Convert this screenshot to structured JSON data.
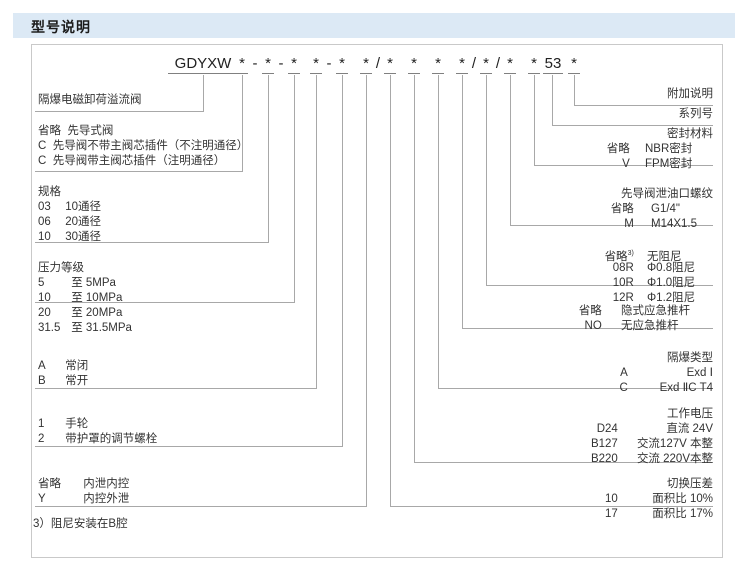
{
  "header": {
    "title": "型号说明"
  },
  "model_code": {
    "prefix": "GDYXW",
    "tokens": [
      "*",
      "-",
      "*",
      "-",
      "*",
      "*",
      "-",
      "*",
      "*",
      "/",
      "*",
      "*",
      "*",
      "*",
      "/",
      "*",
      "/",
      "*",
      "*",
      "53",
      "*"
    ],
    "series_number_value": "53"
  },
  "left_sections": [
    {
      "name": "product-name",
      "lines": [
        {
          "code": "",
          "desc": "隔爆电磁卸荷溢流阀"
        }
      ]
    },
    {
      "name": "pilot-valve-type",
      "lines": [
        {
          "code": "省略",
          "desc": "先导式阀"
        },
        {
          "code": "C",
          "desc": "先导阀不带主阀芯插件（不注明通径）"
        },
        {
          "code": "C",
          "desc": "先导阀带主阀芯插件（注明通径）"
        }
      ]
    },
    {
      "name": "specification",
      "title": "规格",
      "lines": [
        {
          "code": "03",
          "desc": "10通径"
        },
        {
          "code": "06",
          "desc": "20通径"
        },
        {
          "code": "10",
          "desc": "30通径"
        }
      ]
    },
    {
      "name": "pressure-rating",
      "title": "压力等级",
      "lines": [
        {
          "code": "5",
          "desc": "至  5MPa"
        },
        {
          "code": "10",
          "desc": "至 10MPa"
        },
        {
          "code": "20",
          "desc": "至 20MPa"
        },
        {
          "code": "31.5",
          "desc": "至 31.5MPa"
        }
      ]
    },
    {
      "name": "normally-state",
      "lines": [
        {
          "code": "A",
          "desc": "常闭"
        },
        {
          "code": "B",
          "desc": "常开"
        }
      ]
    },
    {
      "name": "adjustment-type",
      "lines": [
        {
          "code": "1",
          "desc": "手轮"
        },
        {
          "code": "2",
          "desc": "带护罩的调节螺栓"
        }
      ]
    },
    {
      "name": "drain-control",
      "lines": [
        {
          "code": "省略",
          "desc": "内泄内控"
        },
        {
          "code": "Y",
          "desc": "内控外泄"
        }
      ]
    }
  ],
  "footnote": "3）阻尼安装在B腔",
  "right_sections": [
    {
      "name": "additional-note",
      "title": "附加说明",
      "lines": []
    },
    {
      "name": "series-number",
      "title": "系列号",
      "lines": []
    },
    {
      "name": "seal-material",
      "title": "密封材料",
      "lines": [
        {
          "code": "省略",
          "desc": "NBR密封"
        },
        {
          "code": "V",
          "desc": "FPM密封"
        }
      ]
    },
    {
      "name": "pilot-drain-thread",
      "title": "先导阀泄油口螺纹",
      "lines": [
        {
          "code": "省略",
          "desc": "G1/4\""
        },
        {
          "code": "M",
          "desc": "M14X1.5"
        }
      ]
    },
    {
      "name": "damping-orifice",
      "title": "",
      "lines": [
        {
          "code": "省略",
          "sup": "3)",
          "desc": "无阻尼"
        },
        {
          "code": "08R",
          "desc": "Φ0.8阻尼"
        },
        {
          "code": "10R",
          "desc": "Φ1.0阻尼"
        },
        {
          "code": "12R",
          "desc": "Φ1.2阻尼"
        }
      ]
    },
    {
      "name": "emergency-push-rod",
      "title": "",
      "lines": [
        {
          "code": "省略",
          "desc": "隐式应急推杆"
        },
        {
          "code": "NO",
          "desc": "无应急推杆"
        }
      ]
    },
    {
      "name": "explosion-proof-type",
      "title": "隔爆类型",
      "lines": [
        {
          "code": "A",
          "desc": "Exd Ⅰ"
        },
        {
          "code": "C",
          "desc": "Exd ⅡC T4"
        }
      ]
    },
    {
      "name": "working-voltage",
      "title": "工作电压",
      "lines": [
        {
          "code": "D24",
          "desc": "直流 24V"
        },
        {
          "code": "B127",
          "desc": "交流127V 本整"
        },
        {
          "code": "B220",
          "desc": "交流 220V本整"
        }
      ]
    },
    {
      "name": "switching-pressure-difference",
      "title": "切换压差",
      "lines": [
        {
          "code": "10",
          "desc": "面积比  10%"
        },
        {
          "code": "17",
          "desc": "面积比  17%"
        }
      ]
    }
  ],
  "colors": {
    "header_bg": "#dce9f5",
    "frame_border": "#c9c9c9",
    "line": "#8c8c8c",
    "text": "#333333"
  }
}
